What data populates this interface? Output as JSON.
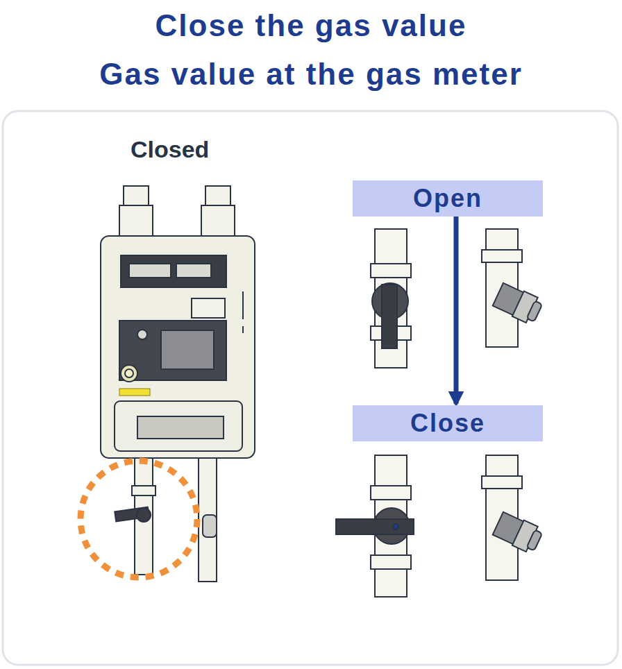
{
  "diagram": {
    "title": "Close the gas value",
    "nodes": [
      {
        "text": [
          "Open"
        ]
      },
      {
        "text": [
          "Close"
        ]
      }
    ],
    "edges": [
      {
        "from": 0,
        "to": 1,
        "arrow": "to"
      }
    ],
    "labels": [
      "Gas value at the gas meter",
      "Closed"
    ]
  }
}
